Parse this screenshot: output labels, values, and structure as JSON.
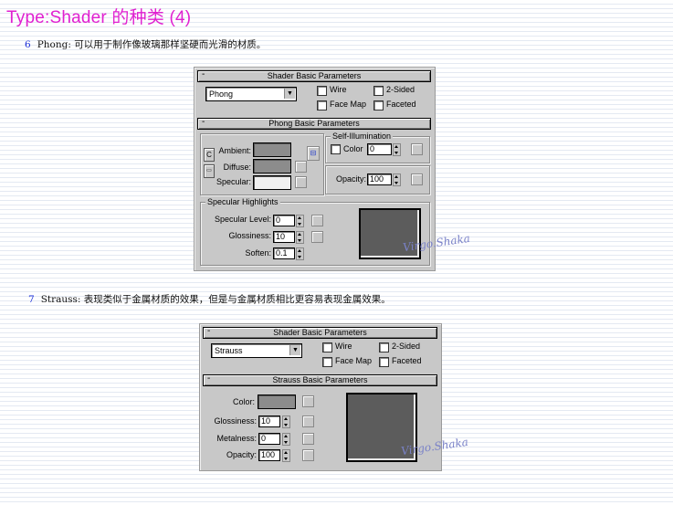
{
  "page": {
    "title": "Type:Shader 的种类 (4)",
    "item6": {
      "num": "6",
      "text": "Phong: 可以用于制作像玻璃那样坚硬而光滑的材质。"
    },
    "item7": {
      "num": "7",
      "text": "Strauss: 表现类似于金属材质的效果，但是与金属材质相比更容易表现金属效果。"
    }
  },
  "panel1": {
    "basic": {
      "title": "Shader Basic Parameters",
      "collapse": "-",
      "shader": "Phong",
      "wire": "Wire",
      "two_sided": "2-Sided",
      "face_map": "Face Map",
      "faceted": "Faceted"
    },
    "main": {
      "title": "Phong Basic Parameters",
      "collapse": "-",
      "ambient": "Ambient:",
      "diffuse": "Diffuse:",
      "specular": "Specular:",
      "lock_c": "C",
      "lock_icon": "lock-icon",
      "self_illum_title": "Self-Illumination",
      "color": "Color",
      "color_value": "0",
      "opacity": "Opacity:",
      "opacity_value": "100",
      "highlights_title": "Specular Highlights",
      "spec_level": "Specular Level:",
      "spec_level_value": "0",
      "glossiness": "Glossiness:",
      "glossiness_value": "10",
      "soften": "Soften:",
      "soften_value": "0.1"
    },
    "watermark": "Virgo.Shaka",
    "colors": {
      "ambient": "#8c8c8c",
      "diffuse": "#8c8c8c",
      "specular": "#f0f0f0"
    }
  },
  "panel2": {
    "basic": {
      "title": "Shader Basic Parameters",
      "collapse": "-",
      "shader": "Strauss",
      "wire": "Wire",
      "two_sided": "2-Sided",
      "face_map": "Face Map",
      "faceted": "Faceted"
    },
    "main": {
      "title": "Strauss Basic Parameters",
      "collapse": "-",
      "color": "Color:",
      "glossiness": "Glossiness:",
      "glossiness_value": "10",
      "metalness": "Metalness:",
      "metalness_value": "0",
      "opacity": "Opacity:",
      "opacity_value": "100"
    },
    "watermark": "Virgo.Shaka",
    "colors": {
      "color": "#8c8c8c"
    }
  }
}
